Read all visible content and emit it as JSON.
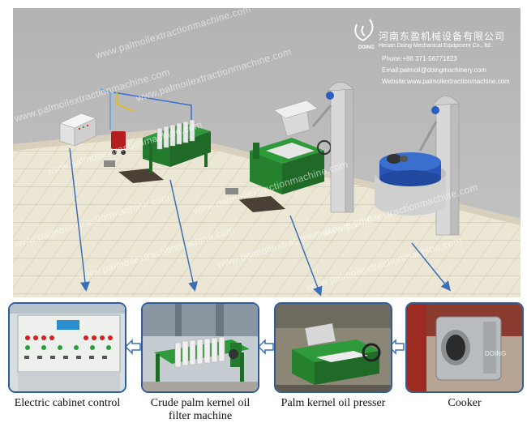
{
  "company": {
    "name_cn": "河南东盈机械设备有限公司",
    "name_en": "Henan Doing Mechanical Equipment Co., ltd",
    "logo_text": "DOING",
    "phone": "Phone:+86 371-56771823",
    "email": "Email:palmoil@doingmachinery.com",
    "website": "Website:www.palmoilextractionmachine.com"
  },
  "watermark": "www.palmoilextractionmachine.com",
  "colors": {
    "border": "#2f5c9a",
    "arrow": "#3a6fb5",
    "background": "#bfbfbf"
  },
  "machines": [
    {
      "caption": "Electric cabinet control",
      "icon": "electric-cabinet-photo"
    },
    {
      "caption": "Crude palm kernel oil filter machine",
      "icon": "filter-press-photo"
    },
    {
      "caption": "Palm kernel oil presser",
      "icon": "oil-press-photo"
    },
    {
      "caption": "Cooker",
      "icon": "cooker-photo"
    }
  ]
}
